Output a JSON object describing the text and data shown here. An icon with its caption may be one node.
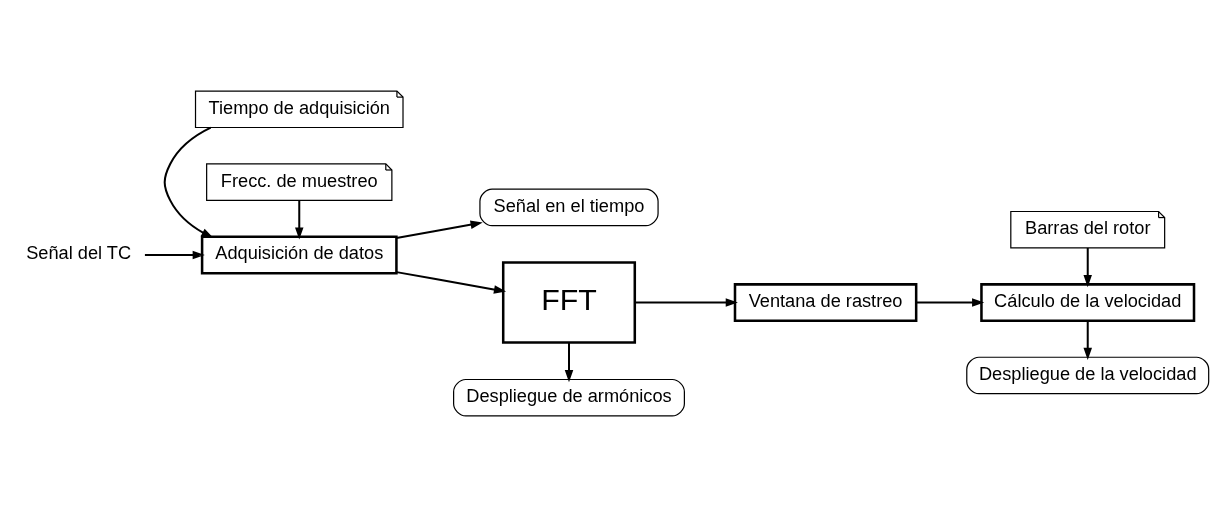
{
  "diagram": {
    "nodes": [
      {
        "text": [
          "Tiempo de adquisición"
        ]
      },
      {
        "text": [
          "Señal en el tiempo"
        ]
      },
      {
        "text": [
          "Barras del rotor"
        ]
      },
      {
        "text": [
          "Señal del TC"
        ]
      },
      {
        "text": [
          "Adquisición de datos"
        ]
      },
      {
        "text": [
          "FFT"
        ]
      },
      {
        "text": [
          "Ventana de rastreo"
        ]
      },
      {
        "text": [
          "Cálculo de la velocidad"
        ]
      },
      {
        "text": [
          "Frecc. de muestreo"
        ]
      },
      {
        "text": [
          "Despliegue de armónicos"
        ]
      },
      {
        "text": [
          "Despliegue de la velocidad"
        ]
      }
    ],
    "edges": [
      {
        "from": 3,
        "to": 4,
        "arrow": "to"
      },
      {
        "from": 0,
        "to": 4,
        "arrow": "to"
      },
      {
        "from": 8,
        "to": 4,
        "arrow": "to"
      },
      {
        "from": 4,
        "to": 5,
        "arrow": "to"
      },
      {
        "from": 4,
        "to": 1,
        "arrow": "to"
      },
      {
        "from": 5,
        "to": 6,
        "arrow": "to"
      },
      {
        "from": 5,
        "to": 9,
        "arrow": "to"
      },
      {
        "from": 6,
        "to": 7,
        "arrow": "to"
      },
      {
        "from": 2,
        "to": 7,
        "arrow": "to"
      },
      {
        "from": 7,
        "to": 10,
        "arrow": "to"
      }
    ]
  }
}
